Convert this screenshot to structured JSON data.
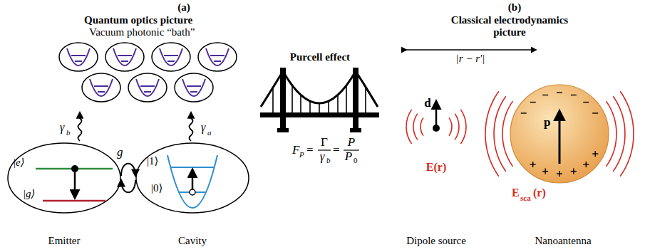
{
  "diagram": {
    "nodes": [
      {
        "text": [
          "|e⟩",
          "|g⟩",
          "Emitter"
        ]
      },
      {
        "text": [
          "|1⟩",
          "|0⟩",
          "Cavity"
        ]
      },
      {
        "text": [
          "p",
          "Nanoantenna"
        ]
      }
    ],
    "edges": [
      {
        "from": 0,
        "to": 1,
        "arrow": "both",
        "label": "g"
      }
    ],
    "labels": [
      "(a)",
      "Quantum optics picture",
      "Vacuum photonic “bath”",
      "γ",
      "b",
      "γ",
      "a",
      "Purcell effect",
      "F",
      "P",
      "=",
      "Γ",
      "γ",
      "b",
      "=",
      "P",
      "P",
      "0",
      "(b)",
      "Classical electrodynamics picture",
      "|r − r′|",
      "d",
      "E(r)",
      "E",
      "sca",
      "(r)",
      "Dipole source"
    ]
  }
}
